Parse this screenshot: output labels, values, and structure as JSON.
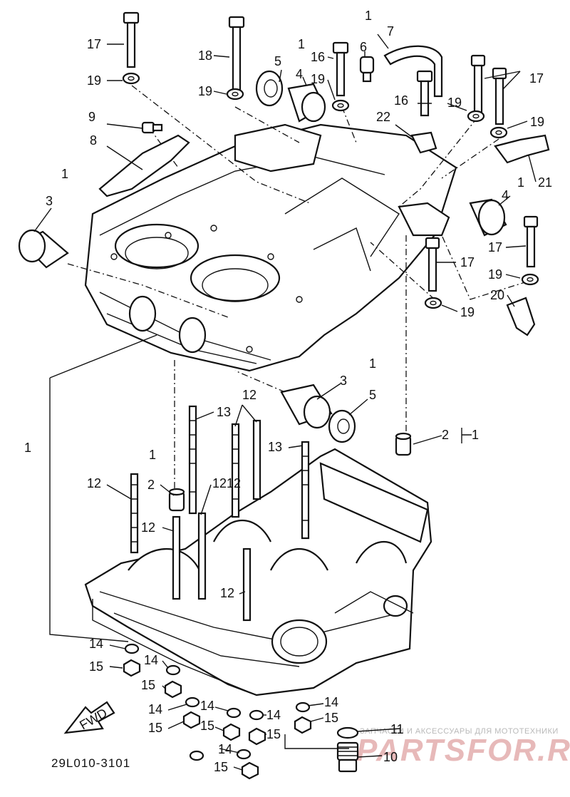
{
  "diagram": {
    "drawing_code": "29L010-3101",
    "fwd_label": "FWD",
    "watermark": {
      "tagline": "ЗАПЧАСТИ И АКСЕССУАРЫ ДЛЯ МОТОТЕХНИКИ",
      "brand": "PARTSFOR.RU"
    },
    "callouts": [
      {
        "id": "c17a",
        "text": "17"
      },
      {
        "id": "c19a",
        "text": "19"
      },
      {
        "id": "c18",
        "text": "18"
      },
      {
        "id": "c19b",
        "text": "19"
      },
      {
        "id": "c5a",
        "text": "5"
      },
      {
        "id": "c1a",
        "text": "1"
      },
      {
        "id": "c4a",
        "text": "4"
      },
      {
        "id": "c16a",
        "text": "16"
      },
      {
        "id": "c19c",
        "text": "19"
      },
      {
        "id": "c1b",
        "text": "1"
      },
      {
        "id": "c6",
        "text": "6"
      },
      {
        "id": "c7",
        "text": "7"
      },
      {
        "id": "c17b",
        "text": "17"
      },
      {
        "id": "c16b",
        "text": "16"
      },
      {
        "id": "c19d",
        "text": "19"
      },
      {
        "id": "c19e",
        "text": "19"
      },
      {
        "id": "c22",
        "text": "22"
      },
      {
        "id": "c21",
        "text": "21"
      },
      {
        "id": "c9",
        "text": "9"
      },
      {
        "id": "c8",
        "text": "8"
      },
      {
        "id": "c1c",
        "text": "1"
      },
      {
        "id": "c3a",
        "text": "3"
      },
      {
        "id": "c1d",
        "text": "1"
      },
      {
        "id": "c4b",
        "text": "4"
      },
      {
        "id": "c17c",
        "text": "17"
      },
      {
        "id": "c17d",
        "text": "17"
      },
      {
        "id": "c19f",
        "text": "19"
      },
      {
        "id": "c20",
        "text": "20"
      },
      {
        "id": "c19g",
        "text": "19"
      },
      {
        "id": "c1e",
        "text": "1"
      },
      {
        "id": "c3b",
        "text": "3"
      },
      {
        "id": "c5b",
        "text": "5"
      },
      {
        "id": "c2a",
        "text": "2"
      },
      {
        "id": "c1f",
        "text": "1"
      },
      {
        "id": "c1g",
        "text": "1"
      },
      {
        "id": "c12a",
        "text": "12"
      },
      {
        "id": "c13a",
        "text": "13"
      },
      {
        "id": "c1h",
        "text": "1"
      },
      {
        "id": "c2b",
        "text": "2"
      },
      {
        "id": "c12b",
        "text": "12"
      },
      {
        "id": "c12c",
        "text": "12"
      },
      {
        "id": "c13b",
        "text": "13"
      },
      {
        "id": "c12d",
        "text": "12"
      },
      {
        "id": "c12e",
        "text": "12"
      },
      {
        "id": "c12f",
        "text": "12"
      },
      {
        "id": "c14a",
        "text": "14"
      },
      {
        "id": "c15a",
        "text": "15"
      },
      {
        "id": "c14b",
        "text": "14"
      },
      {
        "id": "c15b",
        "text": "15"
      },
      {
        "id": "c14c",
        "text": "14"
      },
      {
        "id": "c14d",
        "text": "14"
      },
      {
        "id": "c14e",
        "text": "14"
      },
      {
        "id": "c14f",
        "text": "14"
      },
      {
        "id": "c15c",
        "text": "15"
      },
      {
        "id": "c15d",
        "text": "15"
      },
      {
        "id": "c15e",
        "text": "15"
      },
      {
        "id": "c15f",
        "text": "15"
      },
      {
        "id": "c14g",
        "text": "14"
      },
      {
        "id": "c15g",
        "text": "15"
      },
      {
        "id": "c11",
        "text": "11"
      },
      {
        "id": "c10",
        "text": "10"
      }
    ]
  }
}
